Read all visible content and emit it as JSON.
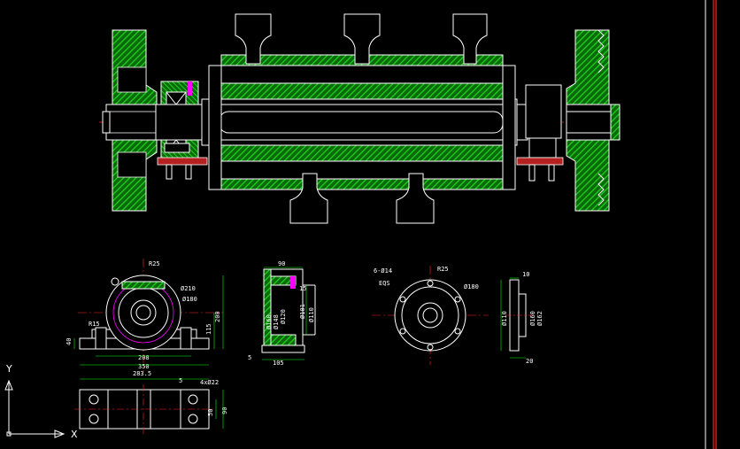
{
  "canvas": {
    "background": "#000000"
  },
  "colors": {
    "outline": "#ffffff",
    "hatch": "#1fd31f",
    "dimension": "#00ff00",
    "centerline": "#ff2020",
    "magenta": "#ff00ff",
    "cyan": "#00c8ff",
    "redbar": "#b52020"
  },
  "views": {
    "front_base": {
      "labels": {
        "r25": "R25",
        "d210": "Ø210",
        "d180": "Ø180",
        "r15": "R15",
        "h200": "200",
        "h115": "115",
        "h40": "40",
        "w208": "208",
        "w350": "350"
      }
    },
    "plan_base": {
      "labels": {
        "w283": "283.5",
        "holes": "4xØ22",
        "v5": "5",
        "v50": "50",
        "v90": "90"
      }
    },
    "section": {
      "labels": {
        "w90": "90",
        "w105": "105",
        "s15": "15",
        "d160": "Ø160",
        "d148": "Ø148",
        "d120": "Ø120",
        "d110": "Ø110",
        "d101": "Ø101",
        "s5": "5"
      }
    },
    "flange": {
      "labels": {
        "holes": "6-Ø14",
        "eqs": "EQS",
        "r25": "R25",
        "d180": "Ø180"
      }
    },
    "flange_side": {
      "labels": {
        "t10": "10",
        "d110": "Ø110",
        "d160": "Ø160",
        "d162": "Ø162",
        "t20": "20"
      }
    }
  },
  "ucs": {
    "x_label": "X",
    "y_label": "Y"
  }
}
